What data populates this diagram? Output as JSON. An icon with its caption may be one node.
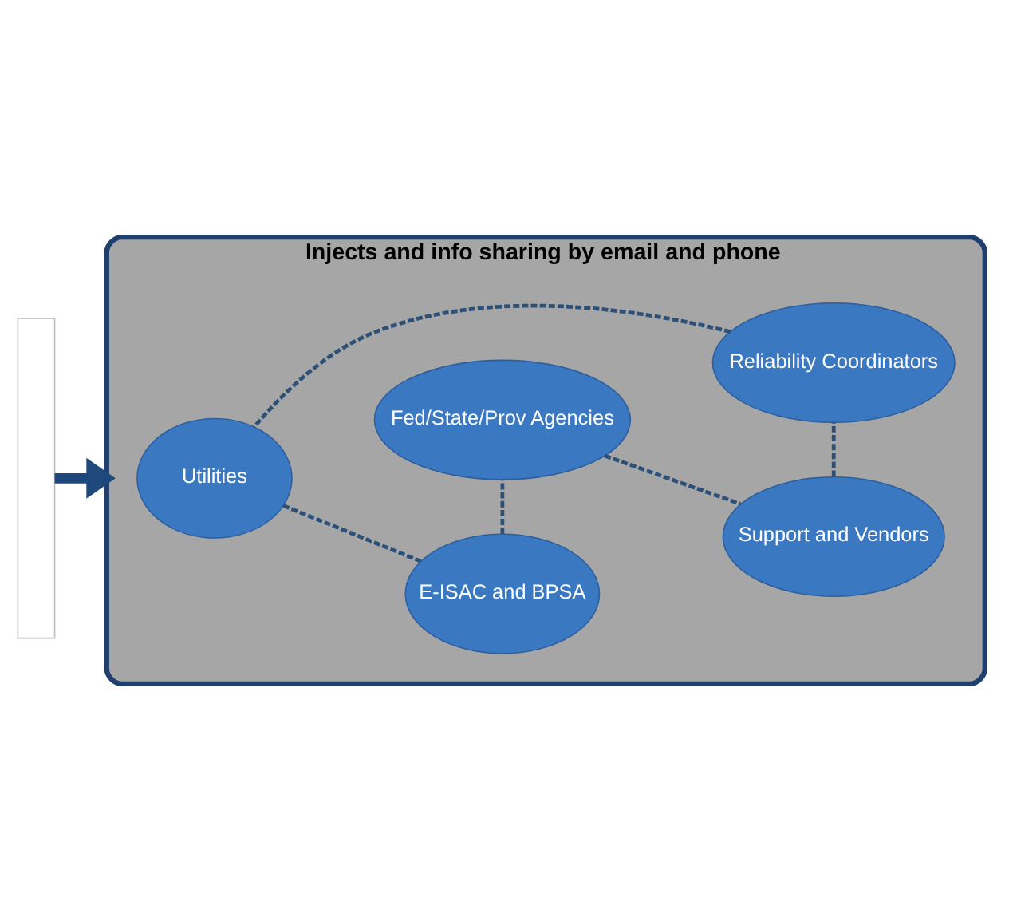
{
  "diagram": {
    "nodes": [
      {
        "text": [],
        "shape": "box"
      },
      {
        "text": [
          "Injects and info sharing by email and phone"
        ]
      },
      {
        "text": [
          "Utilities"
        ],
        "in": 1
      },
      {
        "text": [
          "Reliability Coordinators"
        ],
        "in": 1
      },
      {
        "text": [
          "E-ISAC and BPSA"
        ],
        "in": 1
      },
      {
        "text": [
          "Support and Vendors"
        ],
        "in": 1
      },
      {
        "text": [
          "Fed/State/Prov Agencies"
        ],
        "in": 1
      }
    ],
    "edges": [
      {
        "from": 0,
        "to": 1,
        "arrow": "to",
        "style": "thick",
        "color": "#1f497d"
      },
      {
        "from": 2,
        "to": 4,
        "arrow": "none",
        "style": "dashed"
      },
      {
        "from": 4,
        "to": 6,
        "arrow": "none",
        "style": "dashed"
      },
      {
        "from": 6,
        "to": 5,
        "arrow": "none",
        "style": "dashed"
      },
      {
        "from": 5,
        "to": 3,
        "arrow": "none",
        "style": "dashed"
      },
      {
        "from": 3,
        "to": 2,
        "arrow": "none",
        "style": "dashed"
      }
    ]
  }
}
